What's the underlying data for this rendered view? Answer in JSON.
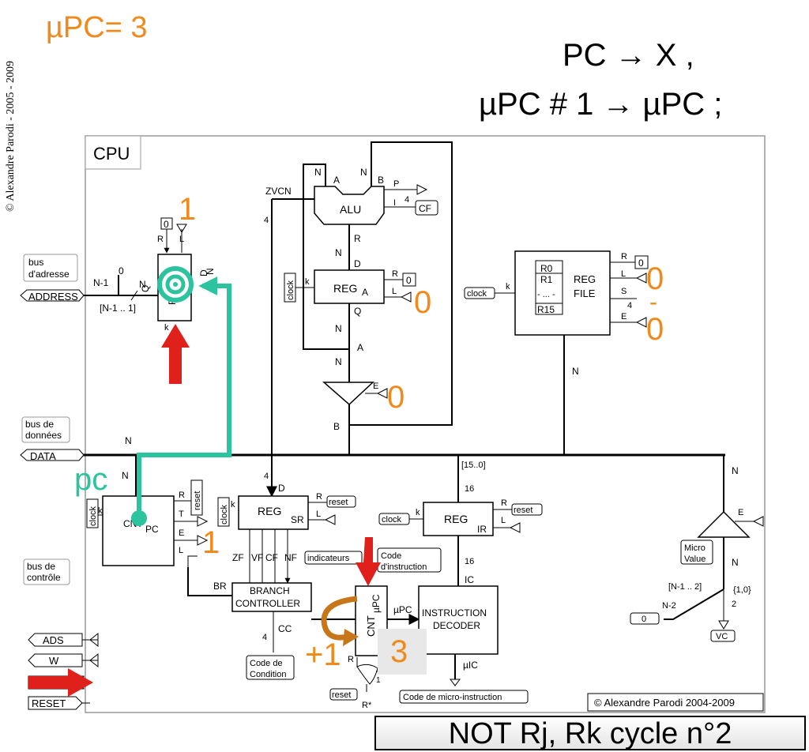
{
  "copyright_side": "© Alexandre Parodi - 2005 - 2009",
  "upc_label": "µPC= 3",
  "equation": {
    "line1": "PC  →  X   ,",
    "line2": "µPC # 1  →  µPC   ;"
  },
  "cpu_label": "CPU",
  "blocks": {
    "alu": "ALU",
    "rega": "REG",
    "rega_sub": "A",
    "regfile_l1": "REG",
    "regfile_l2": "FILE",
    "rf_r0": "R0",
    "rf_r1": "R1",
    "rf_dots": "- ... -",
    "rf_r15": "R15",
    "reg_sr": "REG",
    "reg_sr_sub": "SR",
    "reg_ir": "REG",
    "reg_ir_sub": "IR",
    "branch_l1": "BRANCH",
    "branch_l2": "CONTROLLER",
    "instdec_l1": "INSTRUCTION",
    "instdec_l2": "DECODER",
    "cnt": "CNT",
    "upc_block": "µPC",
    "cnt_pc": "CNT",
    "pc": "PC",
    "reg_x": "R"
  },
  "external": {
    "bus_adresse_1": "bus",
    "bus_adresse_2": "d'adresse",
    "address": "ADDRESS",
    "bus_donnees_1": "bus de",
    "bus_donnees_2": "données",
    "data": "DATA",
    "bus_controle_1": "bus de",
    "bus_controle_2": "contrôle",
    "ads": "ADS",
    "w": "W",
    "reset": "RESET"
  },
  "labels": {
    "zvcn": "ZVCN",
    "n": "N",
    "four": "4",
    "sixteen": "16",
    "two": "2",
    "zero": "0",
    "one_small": "1",
    "n1": "N-1",
    "n2": "N-2",
    "range_n1": "[N-1 .. 1]",
    "range_n2": "[N-1 .. 2]",
    "range_15": "[15..0]",
    "set10": "{1,0}",
    "clock": "clock",
    "reset_small": "reset",
    "k": "k",
    "r": "R",
    "l": "L",
    "e": "E",
    "s": "S",
    "t": "T",
    "p": "P",
    "i": "I",
    "cf": "CF",
    "a": "A",
    "b": "B",
    "d": "D",
    "q": "Q",
    "cc": "CC",
    "br": "BR",
    "ic": "IC",
    "uic": "µIC",
    "upc": "µPC",
    "zf": "ZF",
    "vf": "VF",
    "cf_flag": "CF",
    "nf": "NF",
    "indicateurs": "indicateurs",
    "code_instr_1": "Code",
    "code_instr_2": "d'instruction",
    "code_cond_1": "Code de",
    "code_cond_2": "Condition",
    "code_micro": "Code de micro-instruction",
    "micro_1": "Micro",
    "micro_2": "Value",
    "vc": "VC",
    "r_star": "R*",
    "copyright": "© Alexandre Parodi 2004-2009"
  },
  "annotations": {
    "one": "1",
    "zero": "0",
    "dash": "-",
    "pc": "pc",
    "plus_one": "+1",
    "three": "3"
  },
  "cycle_label": "NOT Rj, Rk  cycle n°2",
  "colors": {
    "accent": "#f08a1c",
    "highlight": "#2bc49e",
    "arrow": "#e0201a"
  }
}
